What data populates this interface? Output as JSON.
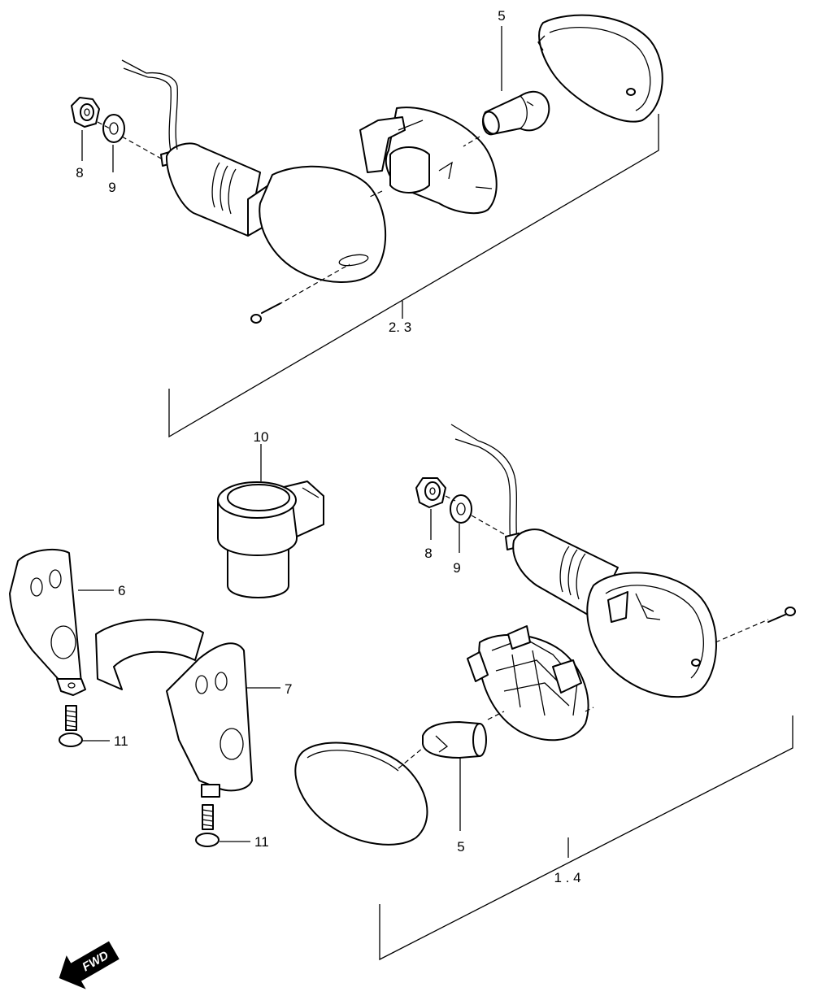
{
  "callouts": {
    "top_bulb": "5",
    "top_nut": "8",
    "top_washer": "9",
    "top_assembly": "2. 3",
    "relay": "10",
    "left_bracket": "6",
    "right_bracket": "7",
    "bolt_left": "11",
    "bolt_right": "11",
    "bottom_nut": "8",
    "bottom_washer": "9",
    "bottom_bulb": "5",
    "bottom_assembly": "1 . 4"
  },
  "fwd_label": "FWD",
  "colors": {
    "line": "#000000",
    "background": "#ffffff",
    "fwd_arrow": "#000000"
  }
}
